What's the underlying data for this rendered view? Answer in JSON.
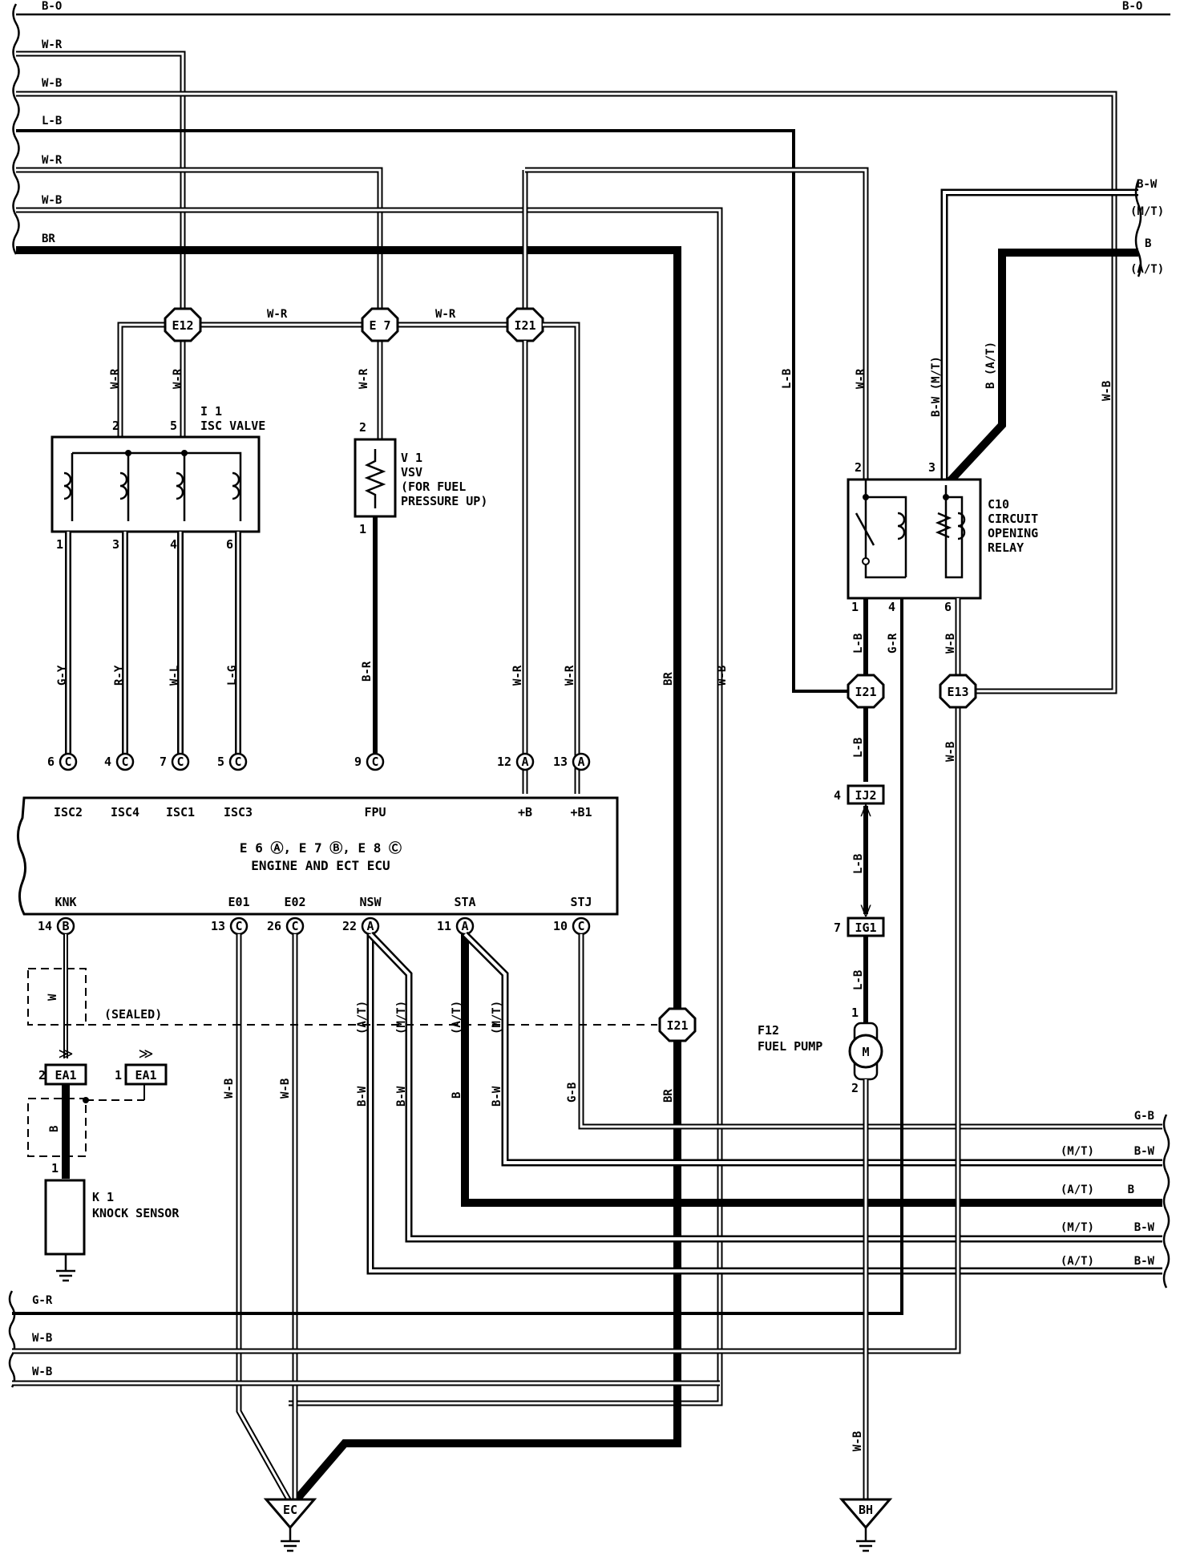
{
  "left_wires": {
    "top": [
      "B-O",
      "W-R",
      "W-B",
      "L-B",
      "W-R",
      "W-B",
      "BR"
    ],
    "bottom": [
      "G-R",
      "W-B",
      "W-B"
    ]
  },
  "top_right": {
    "b_o": "B-O",
    "bw": "B-W",
    "bw_mt": "(M/T)",
    "b": "B",
    "b_at": "(A/T)"
  },
  "junctions": {
    "e12": "E12",
    "e7": "E 7",
    "i21_top": "I21",
    "i21_relay": "I21",
    "e13": "E13",
    "i21_sealed": "I21",
    "ij2": "IJ2",
    "ig1": "IG1",
    "ea1_a": "EA1",
    "ea1_b": "EA1"
  },
  "bus_labels": {
    "w_r_1": "W-R",
    "w_r_2": "W-R"
  },
  "isc": {
    "title_num": "I 1",
    "title": "ISC VALVE",
    "pins_top": [
      "2",
      "5"
    ],
    "pins_bottom": [
      "1",
      "3",
      "4",
      "6"
    ],
    "wires_top": [
      "W-R",
      "W-R"
    ],
    "wires_bottom": [
      "G-Y",
      "R-Y",
      "W-L",
      "L-G"
    ]
  },
  "vsv": {
    "l1": "V 1",
    "l2": "VSV",
    "l3": "(FOR FUEL",
    "l4": "PRESSURE UP)",
    "pin_top": "2",
    "pin_bottom": "1",
    "wire_top": "W-R",
    "wire_bottom": "B-R"
  },
  "relay": {
    "l1": "C10",
    "l2": "CIRCUIT",
    "l3": "OPENING",
    "l4": "RELAY",
    "pins": [
      "2",
      "3",
      "1",
      "4",
      "6"
    ],
    "wires_top": [
      "L-B",
      "W-R",
      "B-W (M/T)",
      "B (A/T)",
      "W-B"
    ],
    "wires_bottom": [
      "L-B",
      "G-R",
      "W-B"
    ]
  },
  "ecu": {
    "line1": "E 6 Ⓐ, E 7 Ⓑ, E 8 Ⓒ",
    "line2": "ENGINE AND ECT ECU",
    "top_terms": [
      {
        "num": "6",
        "conn": "C",
        "name": "ISC2"
      },
      {
        "num": "4",
        "conn": "C",
        "name": "ISC4"
      },
      {
        "num": "7",
        "conn": "C",
        "name": "ISC1"
      },
      {
        "num": "5",
        "conn": "C",
        "name": "ISC3"
      },
      {
        "num": "9",
        "conn": "C",
        "name": "FPU"
      },
      {
        "num": "12",
        "conn": "A",
        "name": "+B"
      },
      {
        "num": "13",
        "conn": "A",
        "name": "+B1"
      }
    ],
    "bottom_terms": [
      {
        "num": "14",
        "conn": "B",
        "name": "KNK"
      },
      {
        "num": "13",
        "conn": "C",
        "name": "E01"
      },
      {
        "num": "26",
        "conn": "C",
        "name": "E02"
      },
      {
        "num": "22",
        "conn": "A",
        "name": "NSW"
      },
      {
        "num": "11",
        "conn": "A",
        "name": "STA"
      },
      {
        "num": "10",
        "conn": "C",
        "name": "STJ"
      }
    ]
  },
  "ecu_wires": {
    "fpu_up": "W-R",
    "b_up": "W-R",
    "b1_up": "W-R",
    "br": "BR",
    "wb": "W-B",
    "e01": "W-B",
    "e02": "W-B",
    "nsw_at": "(A/T)",
    "nsw_mt": "(M/T)",
    "sta_at": "(A/T)",
    "sta_mt": "(M/T)",
    "nsw_bw1": "B-W",
    "nsw_bw2": "B-W",
    "sta_b": "B",
    "sta_bw": "B-W",
    "stj": "G-B",
    "br_low": "BR"
  },
  "knock": {
    "pin_ea1a": "2",
    "pin_ea1b": "1",
    "pin_sensor": "1",
    "sealed": "(SEALED)",
    "w": "W",
    "b": "B",
    "l1": "K 1",
    "l2": "KNOCK SENSOR"
  },
  "pump": {
    "l1": "F12",
    "l2": "FUEL PUMP",
    "motor": "M",
    "pin_top": "1",
    "pin_bottom": "2",
    "pin_ij2": "4",
    "pin_ig1": "7",
    "wires": [
      "L-B",
      "L-B",
      "L-B",
      "W-B"
    ]
  },
  "right_outputs": [
    {
      "mode": "",
      "color": "G-B"
    },
    {
      "mode": "(M/T)",
      "color": "B-W"
    },
    {
      "mode": "(A/T)",
      "color": "B"
    },
    {
      "mode": "(M/T)",
      "color": "B-W"
    },
    {
      "mode": "(A/T)",
      "color": "B-W"
    }
  ],
  "grounds": {
    "ec": "EC",
    "bh": "BH"
  },
  "w_b_relay_down": "W-B"
}
